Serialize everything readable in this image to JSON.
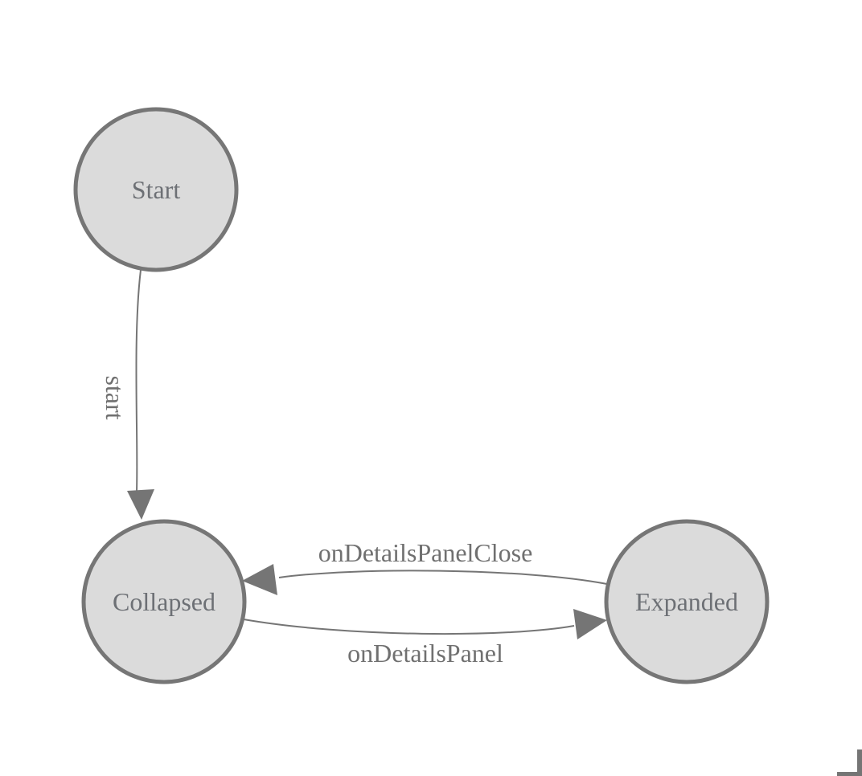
{
  "diagram": {
    "type": "state-machine",
    "nodes": [
      {
        "id": "start",
        "label": "Start"
      },
      {
        "id": "collapsed",
        "label": "Collapsed"
      },
      {
        "id": "expanded",
        "label": "Expanded"
      }
    ],
    "edges": [
      {
        "from": "Start",
        "to": "Collapsed",
        "label": "start"
      },
      {
        "from": "Expanded",
        "to": "Collapsed",
        "label": "onDetailsPanelClose"
      },
      {
        "from": "Collapsed",
        "to": "Expanded",
        "label": "onDetailsPanel"
      }
    ],
    "colors": {
      "background": "#ffffff",
      "node_fill": "#dbdbdb",
      "node_stroke": "#767676",
      "edge_stroke": "#757575",
      "arrow_fill": "#757575",
      "node_label_text": "#6d7075",
      "edge_label_text": "#707070",
      "resize_handle": "#757575"
    }
  }
}
